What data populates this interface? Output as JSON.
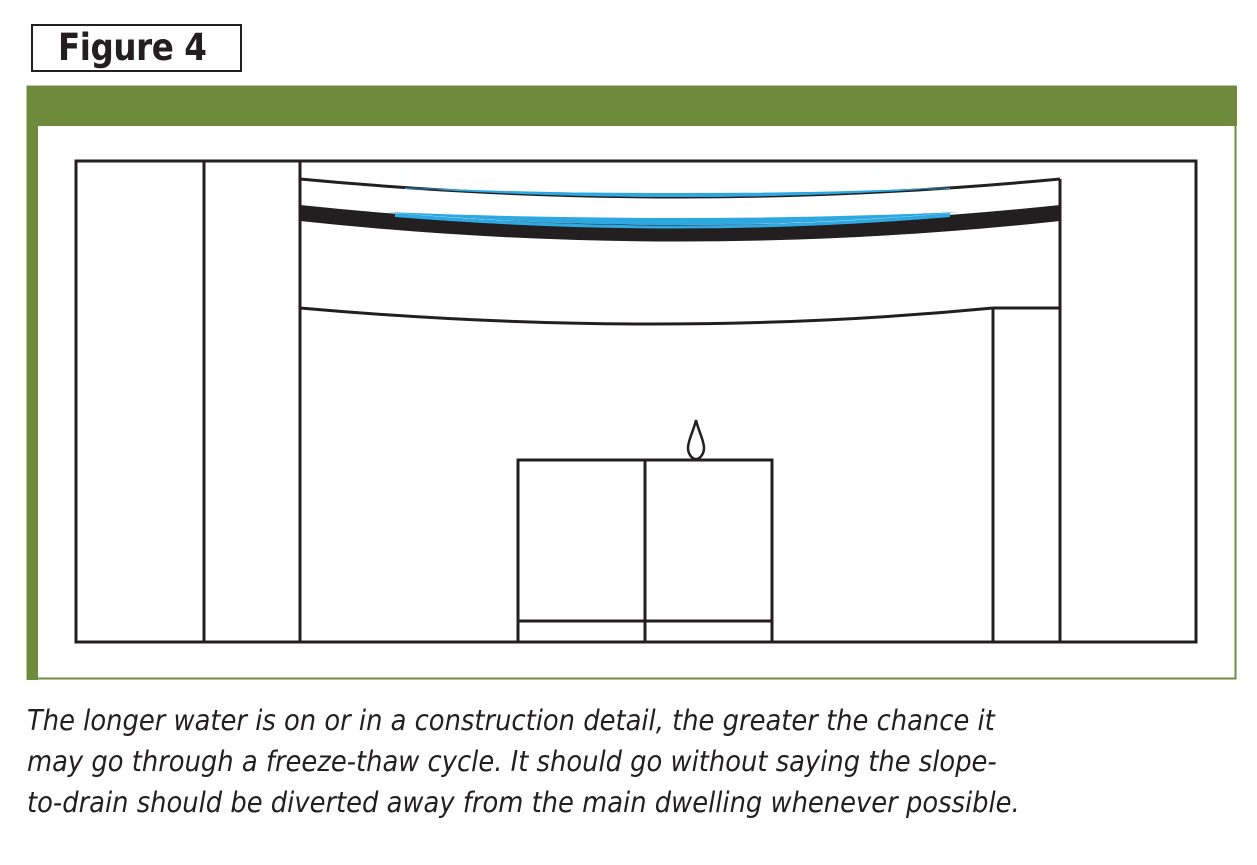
{
  "figure": {
    "label": "Figure 4"
  },
  "caption": {
    "lines": [
      "The longer water is on or in a construction detail, the greater the chance it",
      "may go through a freeze-thaw cycle. It should go without saying the slope-",
      "to-drain should be diverted away from the main dwelling whenever possible."
    ]
  },
  "colors": {
    "frame_green": "#6e8b3d",
    "water_blue": "#2da8e0",
    "line": "#231f20"
  }
}
